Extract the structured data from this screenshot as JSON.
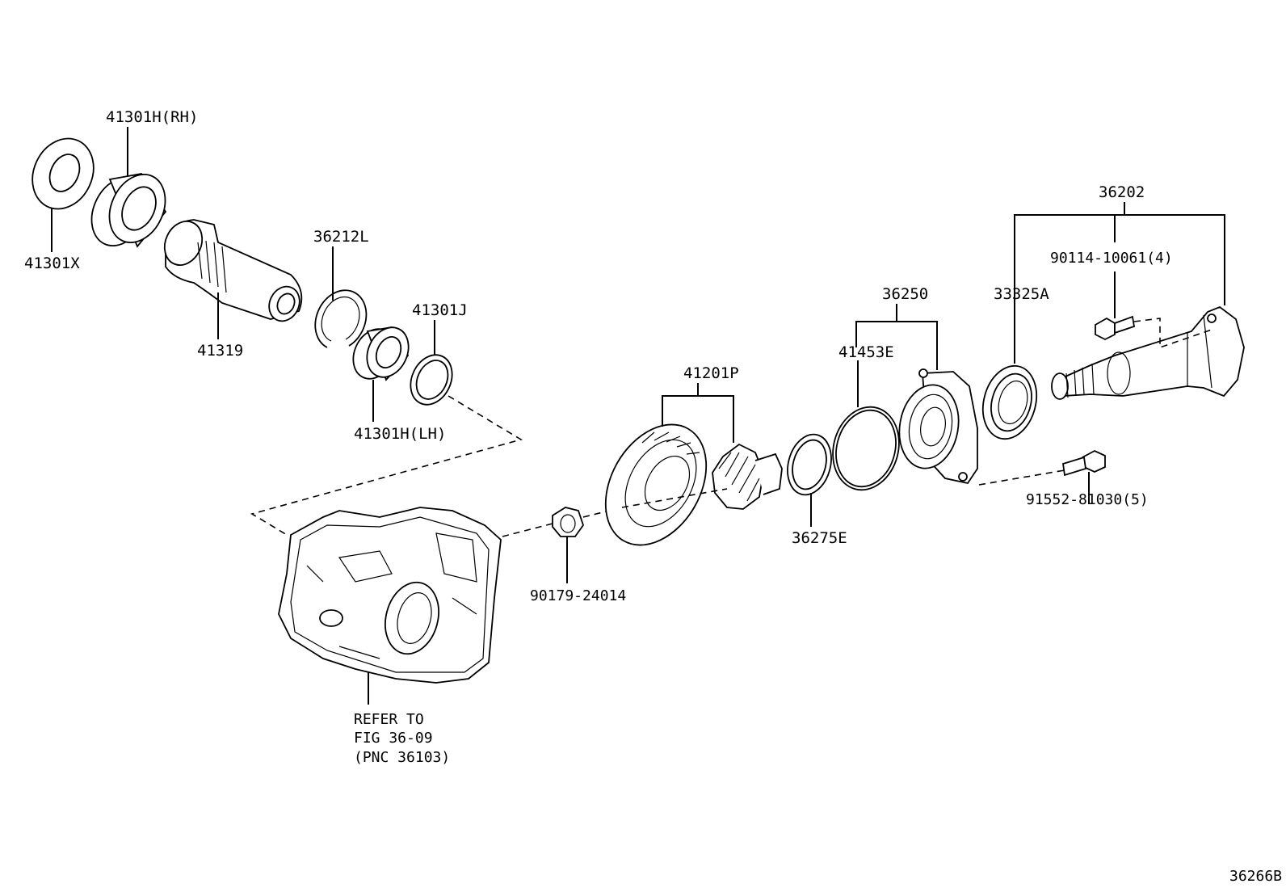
{
  "figure_id": "36266B",
  "callouts": {
    "p41301h_rh": "41301H(RH)",
    "p41301x": "41301X",
    "p41319": "41319",
    "p36212l": "36212L",
    "p41301j": "41301J",
    "p41301h_lh": "41301H(LH)",
    "p41201p": "41201P",
    "p36250": "36250",
    "p41453e": "41453E",
    "p36275e": "36275E",
    "p33325a": "33325A",
    "p36202": "36202",
    "p90114": "90114-10061(4)",
    "p91552": "91552-81030(5)",
    "p90179": "90179-24014"
  },
  "refer_note": {
    "line1": "REFER TO",
    "line2": "FIG 36-09",
    "line3": "(PNC 36103)"
  }
}
